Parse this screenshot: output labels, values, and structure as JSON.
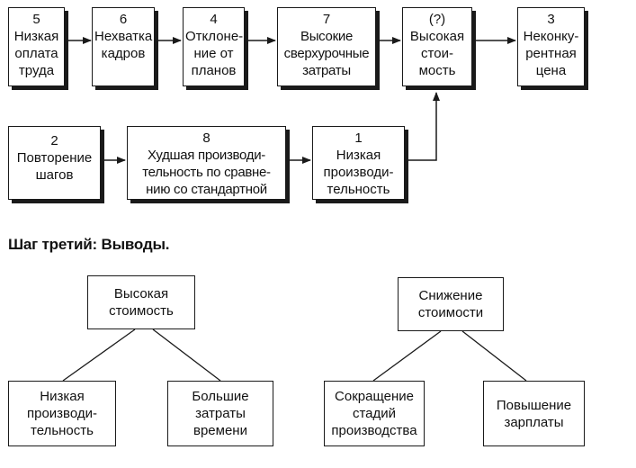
{
  "flow": {
    "row1": [
      {
        "num": "5",
        "text": "Низкая\nоплата\nтруда"
      },
      {
        "num": "6",
        "text": "Нехватка\nкадров"
      },
      {
        "num": "4",
        "text": "Отклоне-\nние от\nпланов"
      },
      {
        "num": "7",
        "text": "Высокие\nсверхурочные\nзатраты"
      },
      {
        "num": "(?)",
        "text": "Высокая\nстои-\nмость"
      },
      {
        "num": "3",
        "text": "Неконку-\nрентная\nцена"
      }
    ],
    "row2": [
      {
        "num": "2",
        "text": "Повторение\nшагов"
      },
      {
        "num": "8",
        "text": "Худшая производи-\nтельность по сравне-\nнию со стандартной"
      },
      {
        "num": "1",
        "text": "Низкая\nпроизводи-\nтельность"
      }
    ]
  },
  "conclusions": {
    "heading": "Шаг третий: Выводы.",
    "left_tree": {
      "root": "Высокая\nстоимость",
      "children": [
        "Низкая\nпроизводи-\nтельность",
        "Большие\nзатраты\nвремени"
      ]
    },
    "right_tree": {
      "root": "Снижение\nстоимости",
      "children": [
        "Сокращение\nстадий\nпроизводства",
        "Повышение\nзарплаты"
      ]
    }
  }
}
